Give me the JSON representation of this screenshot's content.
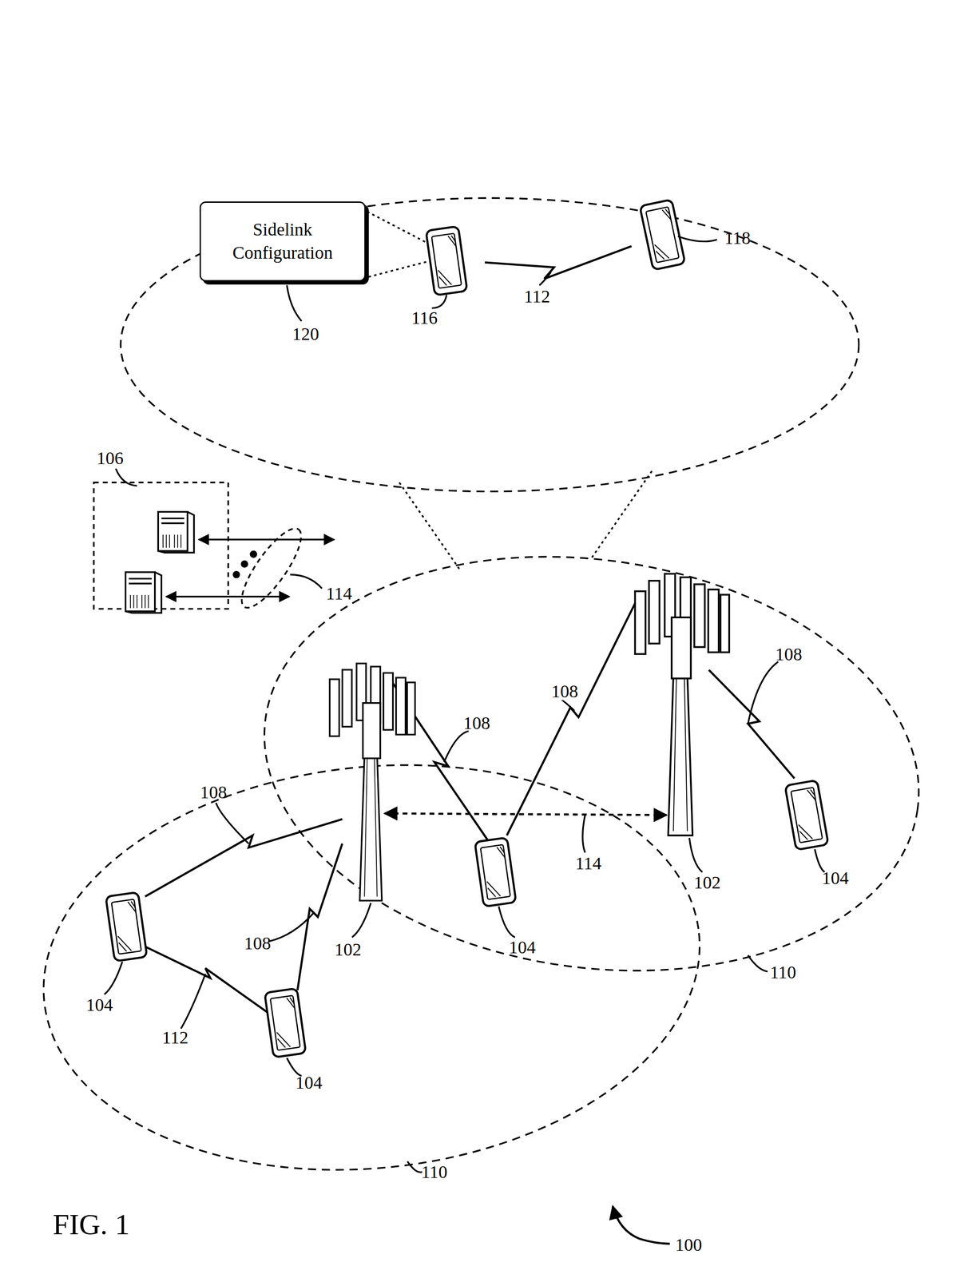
{
  "diagram": {
    "nodes": [
      {
        "text": [
          "Sidelink Configuration"
        ]
      }
    ],
    "labels": [
      "118",
      "112",
      "116",
      "120",
      "106",
      "114",
      "108",
      "108",
      "108",
      "108",
      "114",
      "102",
      "104",
      "108",
      "102",
      "104",
      "104",
      "112",
      "104",
      "110",
      "110",
      "FIG. 1",
      "100"
    ]
  }
}
